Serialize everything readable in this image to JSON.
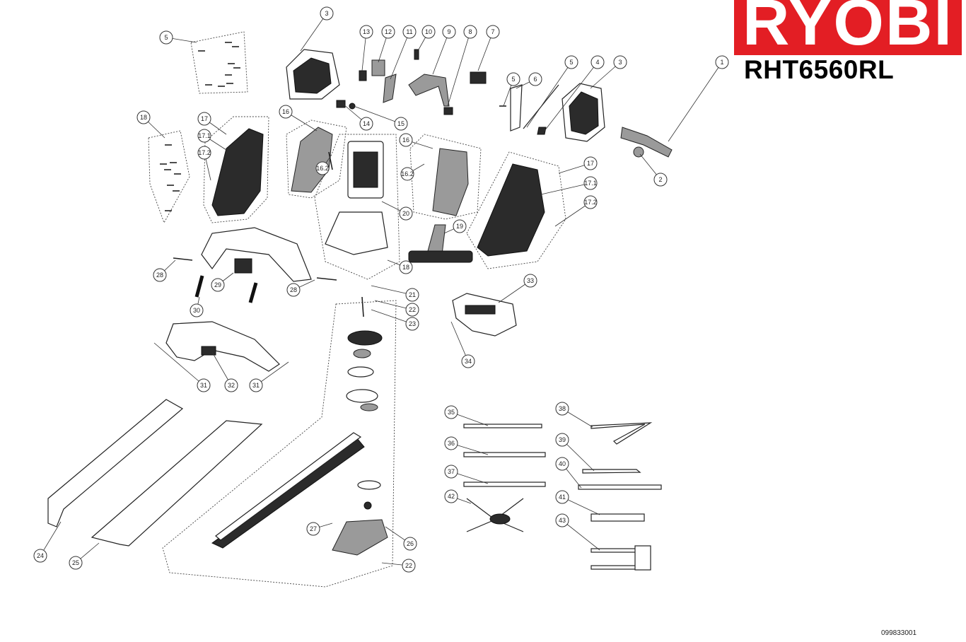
{
  "brand": {
    "name": "RYOBI",
    "model": "RHT6560RL",
    "color": "#e31e24"
  },
  "document_number": "099833001",
  "callouts": [
    {
      "id": "c1",
      "label": "1"
    },
    {
      "id": "c2",
      "label": "2"
    },
    {
      "id": "c3a",
      "label": "3"
    },
    {
      "id": "c3b",
      "label": "3"
    },
    {
      "id": "c4",
      "label": "4"
    },
    {
      "id": "c5a",
      "label": "5"
    },
    {
      "id": "c5b",
      "label": "5"
    },
    {
      "id": "c5c",
      "label": "5"
    },
    {
      "id": "c6",
      "label": "6"
    },
    {
      "id": "c7",
      "label": "7"
    },
    {
      "id": "c8",
      "label": "8"
    },
    {
      "id": "c9",
      "label": "9"
    },
    {
      "id": "c10",
      "label": "10"
    },
    {
      "id": "c11",
      "label": "11"
    },
    {
      "id": "c12",
      "label": "12"
    },
    {
      "id": "c13",
      "label": "13"
    },
    {
      "id": "c14",
      "label": "14"
    },
    {
      "id": "c15",
      "label": "15"
    },
    {
      "id": "c16a",
      "label": "16"
    },
    {
      "id": "c16b",
      "label": "16"
    },
    {
      "id": "c162a",
      "label": "16.2"
    },
    {
      "id": "c162b",
      "label": "16.2"
    },
    {
      "id": "c17a",
      "label": "17"
    },
    {
      "id": "c17b",
      "label": "17"
    },
    {
      "id": "c171a",
      "label": "17.1"
    },
    {
      "id": "c171b",
      "label": "17.1"
    },
    {
      "id": "c172a",
      "label": "17.2"
    },
    {
      "id": "c172b",
      "label": "17.2"
    },
    {
      "id": "c18a",
      "label": "18"
    },
    {
      "id": "c18b",
      "label": "18"
    },
    {
      "id": "c19",
      "label": "19"
    },
    {
      "id": "c20",
      "label": "20"
    },
    {
      "id": "c21",
      "label": "21"
    },
    {
      "id": "c22a",
      "label": "22"
    },
    {
      "id": "c22b",
      "label": "22"
    },
    {
      "id": "c23",
      "label": "23"
    },
    {
      "id": "c24",
      "label": "24"
    },
    {
      "id": "c25",
      "label": "25"
    },
    {
      "id": "c26",
      "label": "26"
    },
    {
      "id": "c27",
      "label": "27"
    },
    {
      "id": "c28a",
      "label": "28"
    },
    {
      "id": "c28b",
      "label": "28"
    },
    {
      "id": "c29",
      "label": "29"
    },
    {
      "id": "c30",
      "label": "30"
    },
    {
      "id": "c31a",
      "label": "31"
    },
    {
      "id": "c31b",
      "label": "31"
    },
    {
      "id": "c32",
      "label": "32"
    },
    {
      "id": "c33",
      "label": "33"
    },
    {
      "id": "c34",
      "label": "34"
    },
    {
      "id": "c35",
      "label": "35"
    },
    {
      "id": "c36",
      "label": "36"
    },
    {
      "id": "c37",
      "label": "37"
    },
    {
      "id": "c38",
      "label": "38"
    },
    {
      "id": "c39",
      "label": "39"
    },
    {
      "id": "c40",
      "label": "40"
    },
    {
      "id": "c41",
      "label": "41"
    },
    {
      "id": "c42",
      "label": "42"
    },
    {
      "id": "c43",
      "label": "43"
    }
  ]
}
